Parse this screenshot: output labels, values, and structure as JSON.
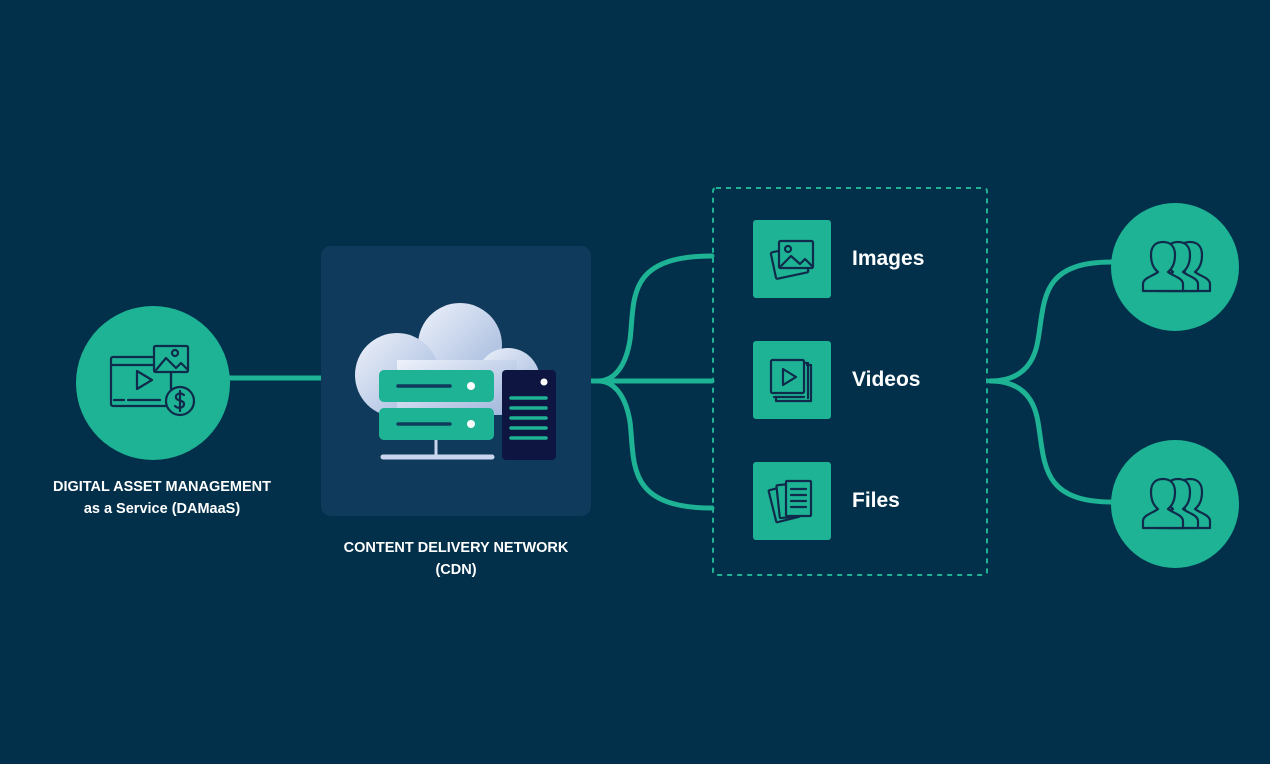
{
  "dam": {
    "line1": "DIGITAL ASSET MANAGEMENT",
    "line2": "as a Service (DAMaaS)"
  },
  "cdn": {
    "line1": "CONTENT DELIVERY NETWORK",
    "line2": "(CDN)"
  },
  "content_types": [
    {
      "label": "Images",
      "icon": "image-stack-icon"
    },
    {
      "label": "Videos",
      "icon": "video-stack-icon"
    },
    {
      "label": "Files",
      "icon": "document-stack-icon"
    }
  ],
  "audiences": [
    {
      "icon": "user-group-icon"
    },
    {
      "icon": "user-group-icon"
    }
  ],
  "colors": {
    "background": "#02304b",
    "accent": "#1db394",
    "panel": "#0f3a5c",
    "icon_stroke": "#0f2a4a"
  }
}
